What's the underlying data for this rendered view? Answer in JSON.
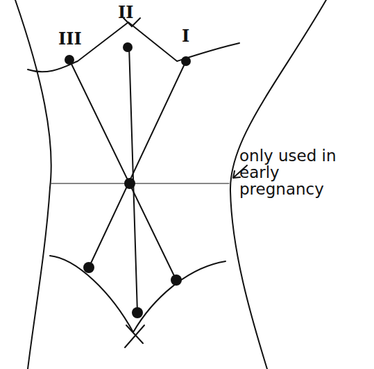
{
  "diagram": {
    "labels": [
      "III",
      "II",
      "I",
      "only used in early pregnancy"
    ]
  }
}
